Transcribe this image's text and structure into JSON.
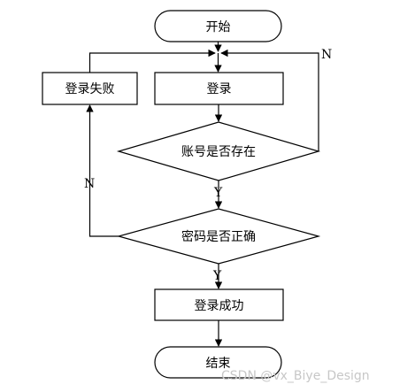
{
  "nodes": {
    "start": "开始",
    "login": "登录",
    "login_fail": "登录失败",
    "account_exists": "账号是否存在",
    "password_correct": "密码是否正确",
    "login_success": "登录成功",
    "end": "结束"
  },
  "edges": {
    "account_no": "N",
    "account_yes": "Y",
    "password_no": "N",
    "password_yes": "Y"
  },
  "watermark": "CSDN @vx_Biye_Design"
}
